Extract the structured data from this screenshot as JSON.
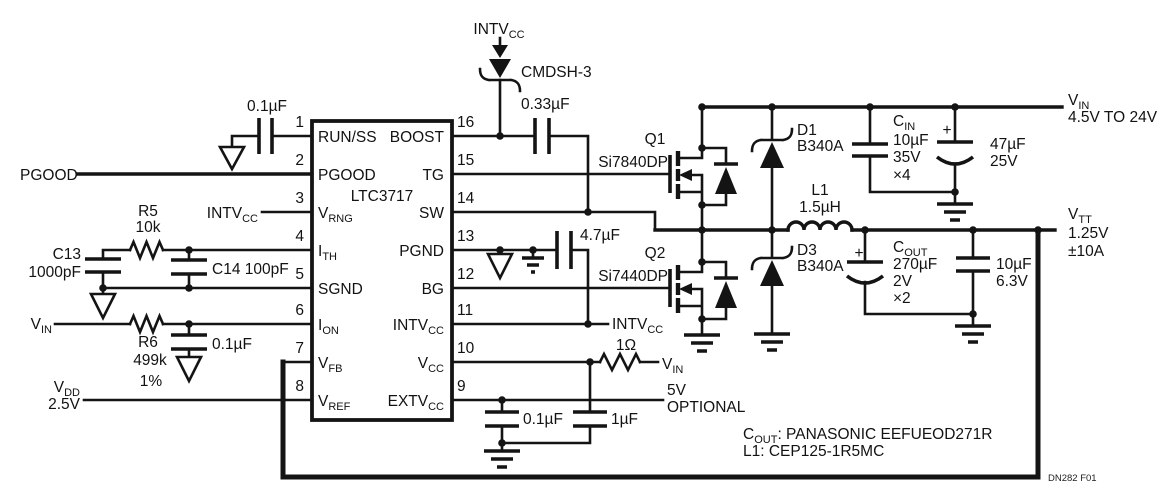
{
  "colors": {
    "ink": "#141414",
    "background": "#ffffff"
  },
  "figure": {
    "code": "DN282 F01"
  },
  "ic": {
    "name": "LTC3717",
    "left_pins": [
      {
        "n": "1",
        "b": "RUN/SS",
        "s": ""
      },
      {
        "n": "2",
        "b": "PGOOD",
        "s": ""
      },
      {
        "n": "3",
        "b": "V",
        "s": "RNG"
      },
      {
        "n": "4",
        "b": "I",
        "s": "TH"
      },
      {
        "n": "5",
        "b": "SGND",
        "s": ""
      },
      {
        "n": "6",
        "b": "I",
        "s": "ON"
      },
      {
        "n": "7",
        "b": "V",
        "s": "FB"
      },
      {
        "n": "8",
        "b": "V",
        "s": "REF"
      }
    ],
    "right_pins": [
      {
        "n": "16",
        "b": "BOOST",
        "s": ""
      },
      {
        "n": "15",
        "b": "TG",
        "s": ""
      },
      {
        "n": "14",
        "b": "SW",
        "s": ""
      },
      {
        "n": "13",
        "b": "PGND",
        "s": ""
      },
      {
        "n": "12",
        "b": "BG",
        "s": ""
      },
      {
        "n": "11",
        "b": "INTV",
        "s": "CC"
      },
      {
        "n": "10",
        "b": "V",
        "s": "CC"
      },
      {
        "n": "9",
        "b": "EXTV",
        "s": "CC"
      }
    ]
  },
  "labels": {
    "pgood": "PGOOD",
    "intvcc_vrng": {
      "b": "INTV",
      "s": "CC"
    },
    "vin_ion": {
      "b": "V",
      "s": "IN"
    },
    "vdd": {
      "b": "V",
      "s": "DD"
    },
    "vdd_v": "2.5V",
    "intvcc_top": {
      "b": "INTV",
      "s": "CC"
    },
    "intvcc_bg": {
      "b": "INTV",
      "s": "CC"
    },
    "vin_vcc": {
      "b": "V",
      "s": "IN"
    },
    "opt1": "5V",
    "opt2": "OPTIONAL",
    "vin_out": {
      "b": "V",
      "s": "IN"
    },
    "vin_range": "4.5V TO 24V",
    "vtt": {
      "b": "V",
      "s": "TT"
    },
    "vtt_v": "1.25V",
    "vtt_i": "±10A"
  },
  "parts": {
    "c_ss": "0.1µF",
    "r5": "R5",
    "r5_v": "10k",
    "c13": "C13",
    "c13_v": "1000pF",
    "c14": "C14 100pF",
    "r6": "R6",
    "r6_v": "499k",
    "r6_t": "1%",
    "c_ion": "0.1µF",
    "d2": "CMDSH-3",
    "c_boost": "0.33µF",
    "q1": "Q1",
    "q1_p": "Si7840DP",
    "q2": "Q2",
    "q2_p": "Si7440DP",
    "c_intvcc": "4.7µF",
    "r_vcc": "1Ω",
    "c_extvcc": "0.1µF",
    "c_vcc": "1µF",
    "d1": "D1",
    "d1_p": "B340A",
    "d3": "D3",
    "d3_p": "B340A",
    "l1": "L1",
    "l1_v": "1.5µH",
    "cin": {
      "b": "C",
      "s": "IN"
    },
    "cin_v": "10µF",
    "cin_volt": "35V",
    "cin_q": "×4",
    "c47": "47µF",
    "c47_volt": "25V",
    "cout": {
      "b": "C",
      "s": "OUT"
    },
    "cout_v": "270µF",
    "cout_volt": "2V",
    "cout_q": "×2",
    "c10": "10µF",
    "c10_volt": "6.3V",
    "plus": "+"
  },
  "notes": {
    "n1b": "C",
    "n1s": "OUT",
    "n1r": ": PANASONIC EEFUEOD271R",
    "n2": "L1: CEP125-1R5MC"
  }
}
